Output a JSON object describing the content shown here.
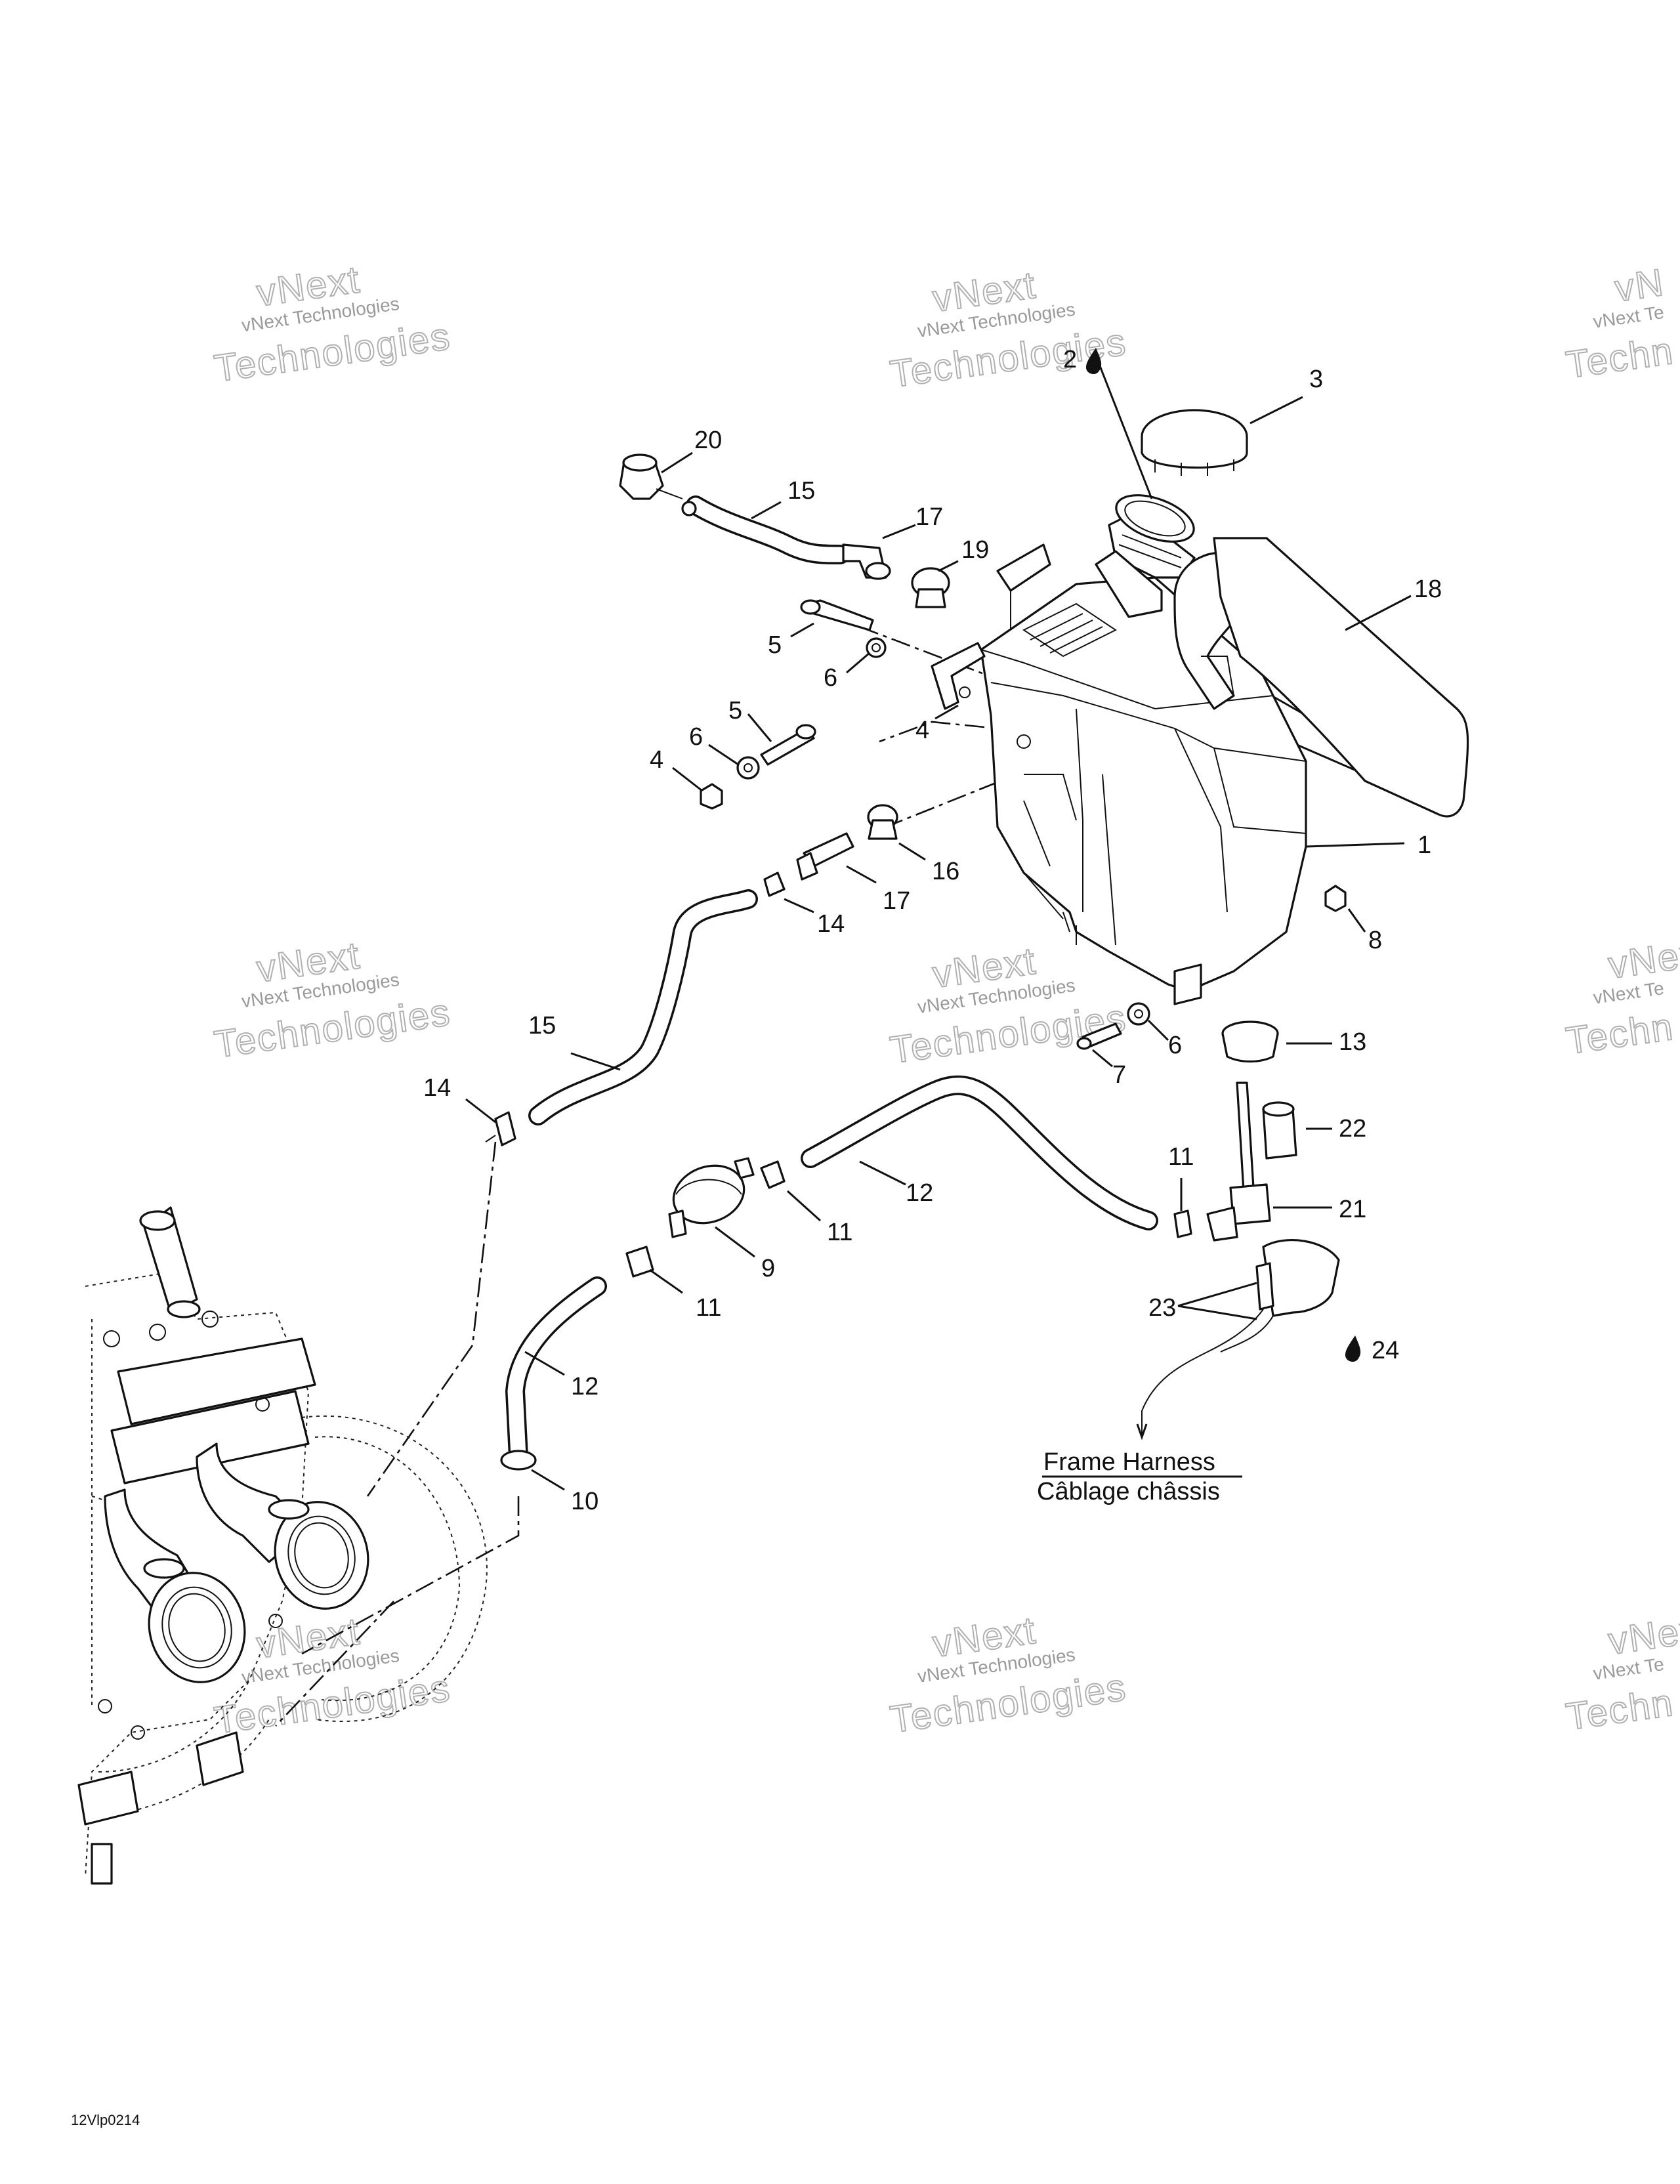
{
  "watermark": {
    "line1": "vNext Technologies",
    "line2": "vNext",
    "line3": "Technologies",
    "edge1": "vNext Te",
    "edge2": "Techn",
    "edge3": "vNext",
    "edge4": "vN"
  },
  "callouts": {
    "c1": "1",
    "c2": "2",
    "c3": "3",
    "c4a": "4",
    "c4b": "4",
    "c5a": "5",
    "c5b": "5",
    "c6a": "6",
    "c6b": "6",
    "c6c": "6",
    "c7": "7",
    "c8": "8",
    "c9": "9",
    "c10": "10",
    "c11a": "11",
    "c11b": "11",
    "c11c": "11",
    "c12a": "12",
    "c12b": "12",
    "c13": "13",
    "c14a": "14",
    "c14b": "14",
    "c15a": "15",
    "c15b": "15",
    "c16": "16",
    "c17a": "17",
    "c17b": "17",
    "c18": "18",
    "c19": "19",
    "c20": "20",
    "c21": "21",
    "c22": "22",
    "c23": "23",
    "c24": "24"
  },
  "harness": {
    "english": "Frame Harness",
    "french": "Câblage châssis"
  },
  "figure_ref": "12Vlp0214"
}
